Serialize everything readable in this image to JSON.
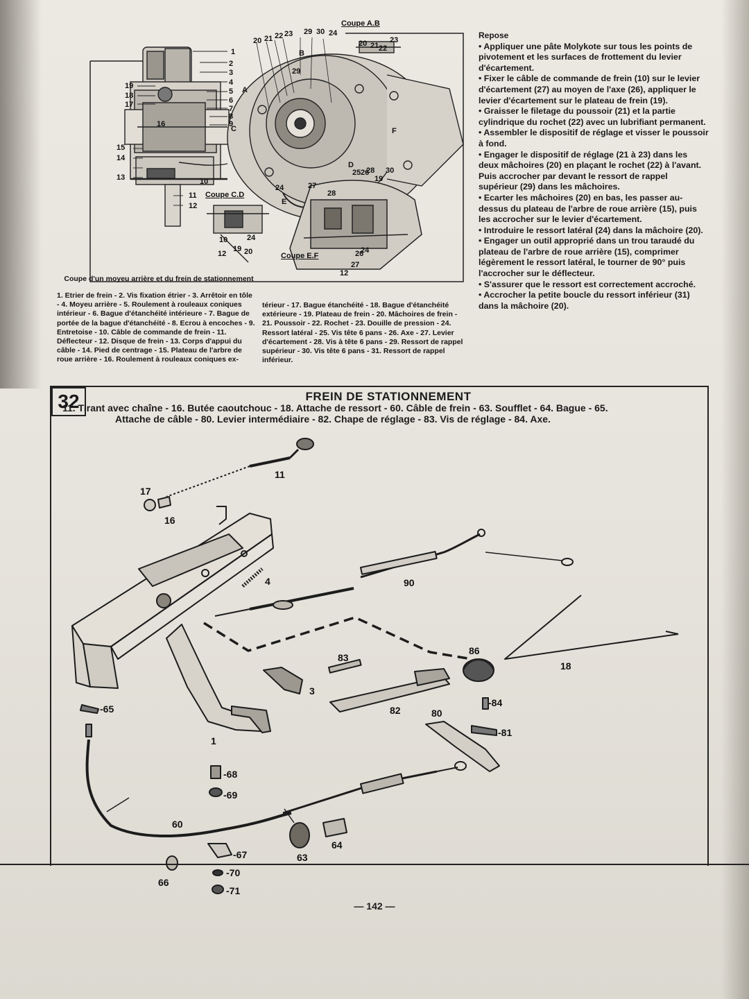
{
  "top_figure": {
    "coupe_ab": "Coupe A.B",
    "coupe_cd": "Coupe C.D",
    "coupe_ef": "Coupe E.F",
    "callouts_left": [
      "1",
      "2",
      "3",
      "4",
      "5",
      "6",
      "7",
      "8",
      "9",
      "19",
      "18",
      "17",
      "16",
      "15",
      "14",
      "13",
      "11",
      "12",
      "10"
    ],
    "callouts_top": [
      "20",
      "21",
      "22",
      "23",
      "29",
      "30",
      "24"
    ],
    "callouts_ab": [
      "20",
      "21",
      "22",
      "23"
    ],
    "letters": [
      "A",
      "B",
      "C",
      "D",
      "E",
      "F"
    ],
    "callouts_cd": [
      "24",
      "10",
      "12",
      "19",
      "20"
    ],
    "callouts_ef": [
      "28",
      "25",
      "26",
      "28",
      "30",
      "19",
      "27",
      "26",
      "12"
    ],
    "other": [
      "24",
      "29",
      "27",
      "24"
    ]
  },
  "caption": {
    "title": "Coupe d'un moyeu arrière et du frein de stationnement",
    "col1": "1. Etrier de frein - 2. Vis fixation étrier - 3. Arrêtoir en tôle - 4. Moyeu arrière - 5. Roulement à rouleaux coniques intérieur - 6. Bague d'étanchéité intérieure - 7. Bague de portée de la bague d'étanchéité - 8. Ecrou à encoches - 9. Entretoise - 10. Câble de commande de frein - 11. Déflecteur - 12. Disque de frein - 13. Corps d'appui du câble - 14. Pied de centrage - 15. Plateau de l'arbre de roue arrière - 16. Roulement à rouleaux coniques ex-",
    "col2": "térieur - 17. Bague étanchéité - 18. Bague d'étanchéité extérieure - 19. Plateau de frein - 20. Mâchoires de frein - 21. Poussoir - 22. Rochet - 23. Douille de pression - 24. Ressort latéral - 25. Vis tête 6 pans - 26. Axe - 27. Levier d'écartement - 28. Vis à tête 6 pans - 29. Ressort de rappel supérieur - 30. Vis tête 6 pans - 31. Ressort de rappel inférieur."
  },
  "repose": {
    "heading": "Repose",
    "items": [
      "• Appliquer une pâte Molykote sur tous les points de pivotement et les surfaces de frottement du levier d'écartement.",
      "• Fixer le câble de commande de frein (10) sur le levier d'écartement (27) au moyen de l'axe (26), appliquer le levier d'écartement sur le plateau de frein (19).",
      "• Graisser le filetage du poussoir (21) et la partie cylindrique du rochet (22) avec un lubrifiant permanent.",
      "• Assembler le dispositif de réglage et visser le poussoir à fond.",
      "• Engager le dispositif de réglage (21 à 23) dans les deux mâchoires (20) en plaçant le rochet (22) à l'avant. Puis accrocher par devant le ressort de rappel supérieur (29) dans les mâchoires.",
      "• Ecarter les mâchoires (20) en bas, les passer au-dessus du plateau de l'arbre de roue arrière (15), puis les accrocher sur le levier d'écartement.",
      "• Introduire le ressort latéral (24) dans la mâchoire (20).",
      "• Engager un outil approprié dans un trou taraudé du plateau de l'arbre de roue arrière (15), comprimer légèrement le ressort latéral, le tourner de 90° puis l'accrocher sur le déflecteur.",
      "• S'assurer que le ressort est correctement accroché.",
      "• Accrocher la petite boucle du ressort inférieur (31) dans la mâchoire (20)."
    ]
  },
  "section": {
    "number": "32",
    "title": "FREIN DE STATIONNEMENT",
    "caption_line1": "11. Tirant avec chaîne - 16. Butée caoutchouc - 18. Attache de ressort - 60. Câble de frein - 63. Soufflet - 64. Bague - 65.",
    "caption_line2": "Attache de câble - 80. Levier intermédiaire - 82. Chape de réglage - 83. Vis de réglage - 84. Axe."
  },
  "parts": {
    "p11": "11",
    "p17": "17",
    "p16": "16",
    "p4": "4",
    "p90": "90",
    "p83": "83",
    "p86": "86",
    "p18": "18",
    "p3": "3",
    "p82": "82",
    "p84": "-84",
    "p80": "80",
    "p81": "-81",
    "p65": "-65",
    "p1": "1",
    "p68": "-68",
    "p69": "-69",
    "p60": "60",
    "p67": "-67",
    "p63": "63",
    "p64": "64",
    "p66": "66",
    "p70": "-70",
    "p71": "-71"
  },
  "page_number": "— 142 —"
}
